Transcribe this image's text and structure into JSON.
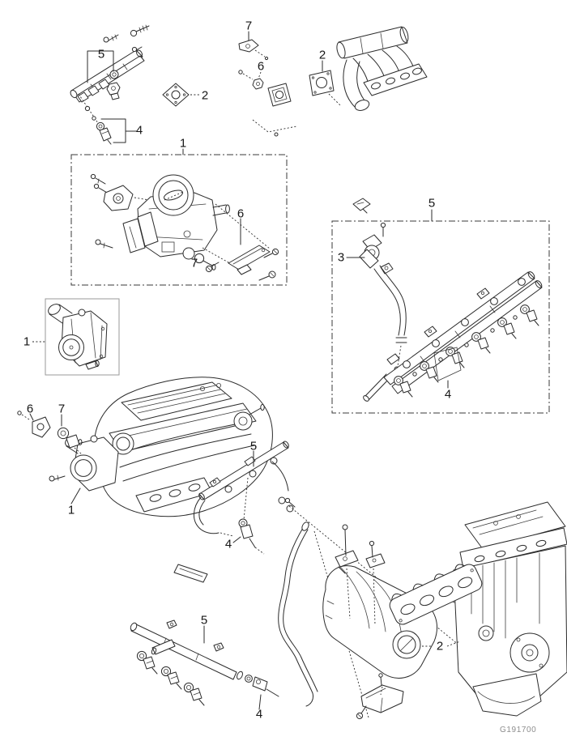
{
  "figure": {
    "id_code": "G191700"
  },
  "colors": {
    "background": "#ffffff",
    "line_art": "#2b2b2b",
    "callout_text": "#161616",
    "dashed_box_outline": "#3a3a3a",
    "solid_box_outline": "#9a9a9a",
    "id_text": "#8d8d8d"
  },
  "callouts": [
    {
      "label": "5"
    },
    {
      "label": "2"
    },
    {
      "label": "4"
    },
    {
      "label": "1"
    },
    {
      "label": "7"
    },
    {
      "label": "6"
    },
    {
      "label": "2"
    },
    {
      "label": "6"
    },
    {
      "label": "7"
    },
    {
      "label": "5"
    },
    {
      "label": "3"
    },
    {
      "label": "4"
    },
    {
      "label": "1"
    },
    {
      "label": "6"
    },
    {
      "label": "7"
    },
    {
      "label": "1"
    },
    {
      "label": "5"
    },
    {
      "label": "4"
    },
    {
      "label": "5"
    },
    {
      "label": "4"
    },
    {
      "label": "2"
    }
  ]
}
